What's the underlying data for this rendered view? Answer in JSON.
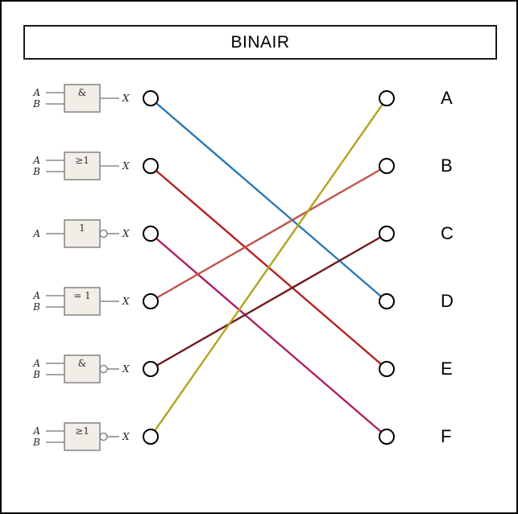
{
  "title": "BINAIR",
  "colors": {
    "gate_fill": "#f1eee7",
    "gate_stroke": "#8a8a8a",
    "port_stroke": "#000000"
  },
  "gates": [
    {
      "name": "and-gate",
      "symbol": "&",
      "inputs": [
        "A",
        "B"
      ],
      "output": "X",
      "bubble": false
    },
    {
      "name": "or-gate",
      "symbol": "≥1",
      "inputs": [
        "A",
        "B"
      ],
      "output": "X",
      "bubble": false
    },
    {
      "name": "not-gate",
      "symbol": "1",
      "inputs": [
        "A"
      ],
      "output": "X",
      "bubble": true
    },
    {
      "name": "xor-gate",
      "symbol": "= 1",
      "inputs": [
        "A",
        "B"
      ],
      "output": "X",
      "bubble": false
    },
    {
      "name": "nand-gate",
      "symbol": "&",
      "inputs": [
        "A",
        "B"
      ],
      "output": "X",
      "bubble": true
    },
    {
      "name": "nor-gate",
      "symbol": "≥1",
      "inputs": [
        "A",
        "B"
      ],
      "output": "X",
      "bubble": true
    }
  ],
  "options": [
    "A",
    "B",
    "C",
    "D",
    "E",
    "F"
  ],
  "connections": [
    {
      "from_gate": 0,
      "to_option": "D",
      "color": "#2a7ab8"
    },
    {
      "from_gate": 1,
      "to_option": "E",
      "color": "#b42222"
    },
    {
      "from_gate": 2,
      "to_option": "F",
      "color": "#ad2066"
    },
    {
      "from_gate": 3,
      "to_option": "B",
      "color": "#c0544c"
    },
    {
      "from_gate": 4,
      "to_option": "C",
      "color": "#701a1e"
    },
    {
      "from_gate": 5,
      "to_option": "A",
      "color": "#b4a31c"
    }
  ]
}
